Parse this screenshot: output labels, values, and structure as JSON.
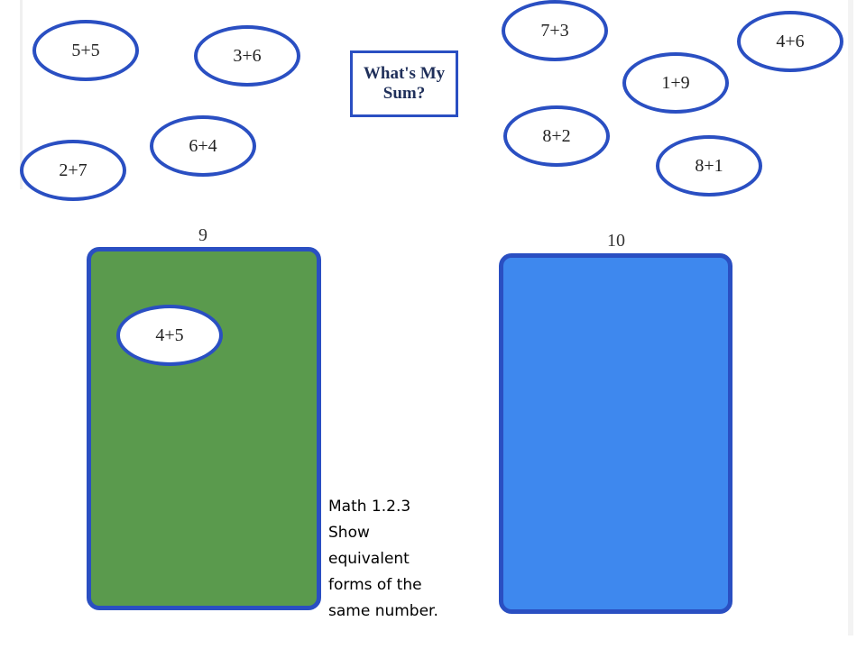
{
  "title": "What's My\nSum?",
  "cards": {
    "c1": "5+5",
    "c2": "3+6",
    "c3": "2+7",
    "c4": "6+4",
    "c5": "7+3",
    "c6": "4+6",
    "c7": "1+9",
    "c8": "8+2",
    "c9": "8+1",
    "c10": "4+5"
  },
  "boxes": {
    "left_label": "9",
    "right_label": "10",
    "left_color": "#5a9a4d",
    "right_color": "#3e88ee",
    "border_color": "#2a4fc2"
  },
  "standard": "Math 1.2.3\nShow\nequivalent\nforms of the\nsame number."
}
